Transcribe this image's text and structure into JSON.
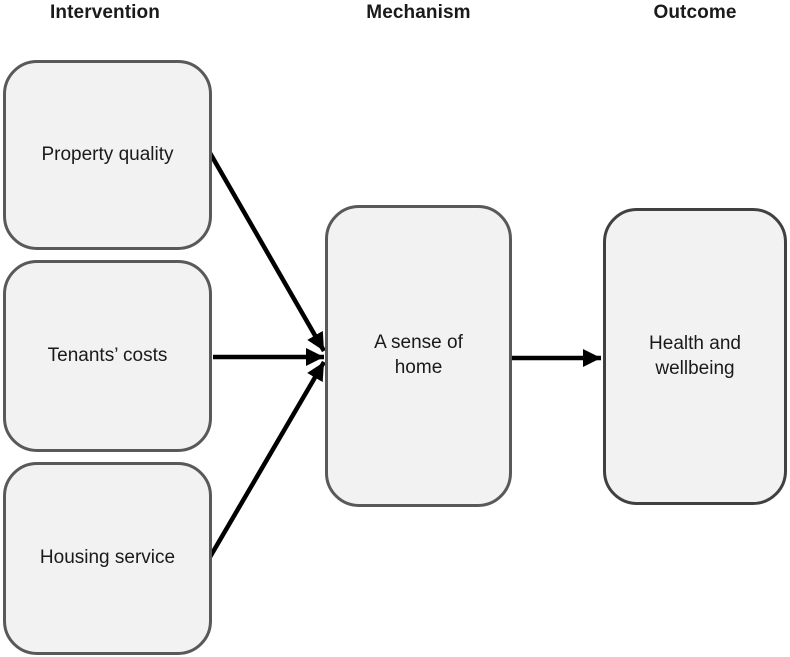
{
  "diagram": {
    "columns": [
      {
        "label": "Intervention"
      },
      {
        "label": "Mechanism"
      },
      {
        "label": "Outcome"
      }
    ],
    "intervention_boxes": [
      {
        "label": "Property quality"
      },
      {
        "label": "Tenants’ costs"
      },
      {
        "label": "Housing service"
      }
    ],
    "mechanism_box": {
      "label": "A sense of home"
    },
    "outcome_box": {
      "label": "Health and wellbeing"
    },
    "connections": [
      {
        "from": "Property quality",
        "to": "A sense of home"
      },
      {
        "from": "Tenants’ costs",
        "to": "A sense of home"
      },
      {
        "from": "Housing service",
        "to": "A sense of home"
      },
      {
        "from": "A sense of home",
        "to": "Health and wellbeing"
      }
    ],
    "colors": {
      "box_fill": "#f2f2f2",
      "box_border": "#595959",
      "outcome_border": "#404040",
      "arrow": "#000000",
      "text": "#1a1a1a"
    }
  }
}
